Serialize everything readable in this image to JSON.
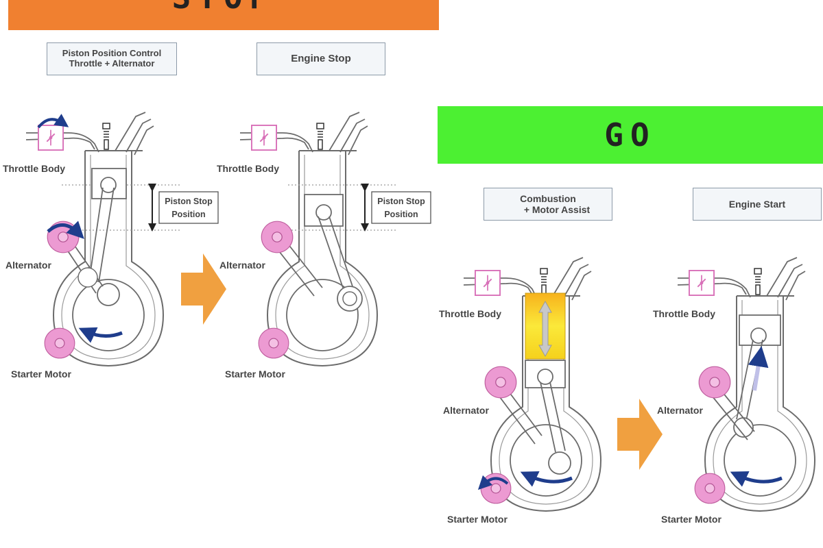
{
  "banners": {
    "stop": "STOP",
    "go": "GO"
  },
  "steps": {
    "piston_position_control": {
      "line1": "Piston Position Control",
      "line2": "Throttle + Alternator"
    },
    "engine_stop": {
      "line1": "Engine Stop"
    },
    "combustion": {
      "line1": "Combustion",
      "line2": "+ Motor Assist"
    },
    "engine_start": {
      "line1": "Engine Start"
    }
  },
  "labels": {
    "throttle_body": "Throttle Body",
    "alternator": "Alternator",
    "starter_motor": "Starter Motor",
    "piston_stop_line1": "Piston Stop",
    "piston_stop_line2": "Position"
  },
  "colors": {
    "stop_banner": "#f08030",
    "go_banner": "#4cf032",
    "motor_pink": "#ec9ad2",
    "flow_arrow": "#f0a040",
    "rotation_arrow": "#1f3d8c",
    "combustion": "#f5dc1c"
  }
}
